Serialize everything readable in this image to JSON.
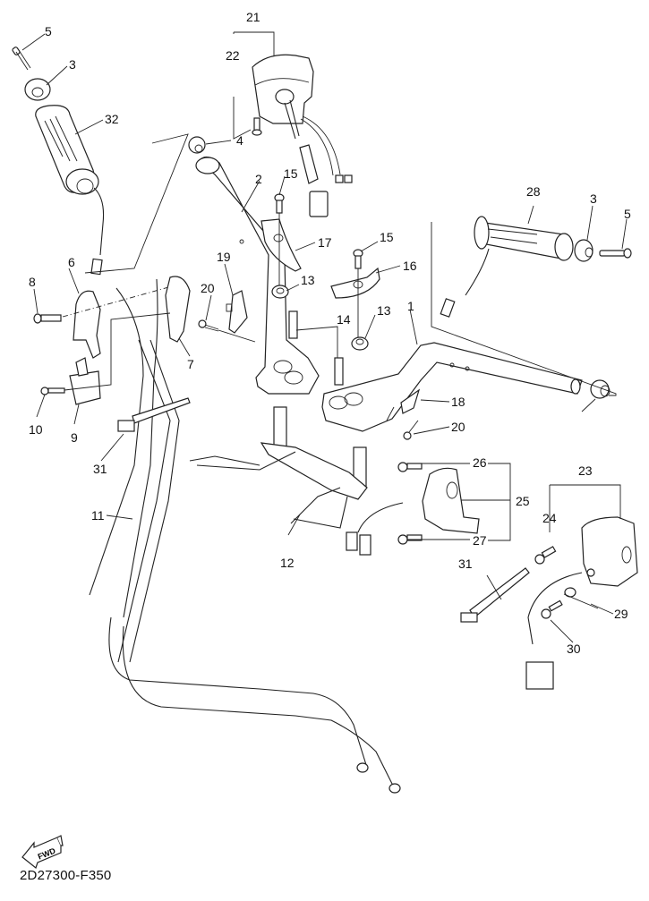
{
  "diagram": {
    "title_code": "2D27300-F350",
    "fwd_badge": "FWD",
    "callouts": [
      {
        "id": "c5a",
        "number": "5",
        "part": "bolt"
      },
      {
        "id": "c3a",
        "number": "3",
        "part": "grip-end weight"
      },
      {
        "id": "c32",
        "number": "32",
        "part": "left heated grip"
      },
      {
        "id": "c21",
        "number": "21",
        "part": "left handlebar switch assembly"
      },
      {
        "id": "c22",
        "number": "22",
        "part": "switch screw"
      },
      {
        "id": "c4a",
        "number": "4",
        "part": "bar-end plug"
      },
      {
        "id": "c2",
        "number": "2",
        "part": "left handlebar"
      },
      {
        "id": "c15a",
        "number": "15",
        "part": "screw"
      },
      {
        "id": "c17",
        "number": "17",
        "part": "left cover plate"
      },
      {
        "id": "c15b",
        "number": "15",
        "part": "screw"
      },
      {
        "id": "c16",
        "number": "16",
        "part": "right cover plate"
      },
      {
        "id": "c28",
        "number": "28",
        "part": "right heated grip"
      },
      {
        "id": "c3b",
        "number": "3",
        "part": "grip-end weight"
      },
      {
        "id": "c5b",
        "number": "5",
        "part": "bolt"
      },
      {
        "id": "c6",
        "number": "6",
        "part": "upper clutch holder"
      },
      {
        "id": "c8",
        "number": "8",
        "part": "bolt"
      },
      {
        "id": "c19",
        "number": "19",
        "part": "bracket"
      },
      {
        "id": "c20a",
        "number": "20",
        "part": "screw"
      },
      {
        "id": "c13a",
        "number": "13",
        "part": "nut"
      },
      {
        "id": "c13b",
        "number": "13",
        "part": "nut"
      },
      {
        "id": "c14",
        "number": "14",
        "part": "bolt"
      },
      {
        "id": "c1",
        "number": "1",
        "part": "right handlebar"
      },
      {
        "id": "c7",
        "number": "7",
        "part": "lower holder"
      },
      {
        "id": "c10",
        "number": "10",
        "part": "screw"
      },
      {
        "id": "c9",
        "number": "9",
        "part": "clamp"
      },
      {
        "id": "c18",
        "number": "18",
        "part": "clip"
      },
      {
        "id": "c20b",
        "number": "20",
        "part": "screw"
      },
      {
        "id": "c31a",
        "number": "31",
        "part": "cable tie"
      },
      {
        "id": "c26",
        "number": "26",
        "part": "screw"
      },
      {
        "id": "c25",
        "number": "25",
        "part": "throttle housing"
      },
      {
        "id": "c27",
        "number": "27",
        "part": "screw"
      },
      {
        "id": "c23",
        "number": "23",
        "part": "right handlebar switch assembly"
      },
      {
        "id": "c24",
        "number": "24",
        "part": "screw"
      },
      {
        "id": "c11",
        "number": "11",
        "part": "throttle cable"
      },
      {
        "id": "c12",
        "number": "12",
        "part": "heated grip wire harness"
      },
      {
        "id": "c31b",
        "number": "31",
        "part": "cable tie"
      },
      {
        "id": "c29",
        "number": "29",
        "part": "front brake switch"
      },
      {
        "id": "c30",
        "number": "30",
        "part": "screw"
      }
    ]
  }
}
